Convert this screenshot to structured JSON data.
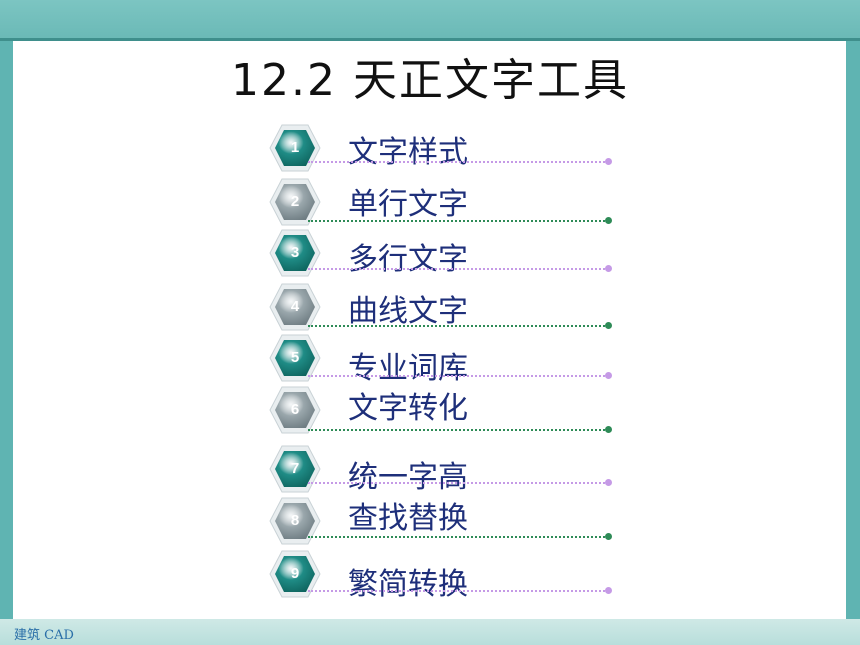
{
  "title": "12.2 天正文字工具",
  "footer": "建筑 CAD",
  "colors": {
    "teal_hex": "#1f8c86",
    "gray_hex": "#9aa7ac",
    "purple_line": "#c59ae6",
    "green_line": "#2e8b57",
    "label_text": "#1e2f7a"
  },
  "items": [
    {
      "num": "1",
      "label": "文字样式",
      "style": "teal"
    },
    {
      "num": "2",
      "label": "单行文字",
      "style": "gray"
    },
    {
      "num": "3",
      "label": "多行文字",
      "style": "teal"
    },
    {
      "num": "4",
      "label": "曲线文字",
      "style": "gray"
    },
    {
      "num": "5",
      "label": "专业词库",
      "style": "teal"
    },
    {
      "num": "6",
      "label": "文字转化",
      "style": "gray"
    },
    {
      "num": "7",
      "label": "统一字高",
      "style": "teal"
    },
    {
      "num": "8",
      "label": "查找替换",
      "style": "gray"
    },
    {
      "num": "9",
      "label": "繁简转换",
      "style": "teal"
    }
  ]
}
